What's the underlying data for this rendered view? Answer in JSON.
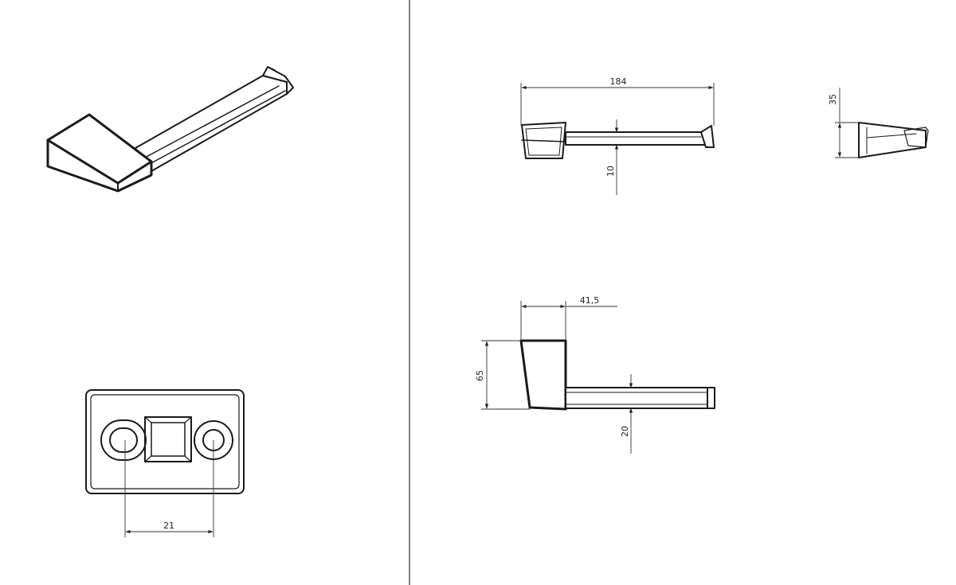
{
  "dimensions": {
    "length": "184",
    "bar_thickness_top": "10",
    "depth": "35",
    "base_width": "41,5",
    "height": "65",
    "bar_thickness_front": "20",
    "hole_spacing": "21"
  },
  "colors": {
    "line": "#1a1a1a",
    "background": "#ffffff",
    "divider": "#555555"
  }
}
